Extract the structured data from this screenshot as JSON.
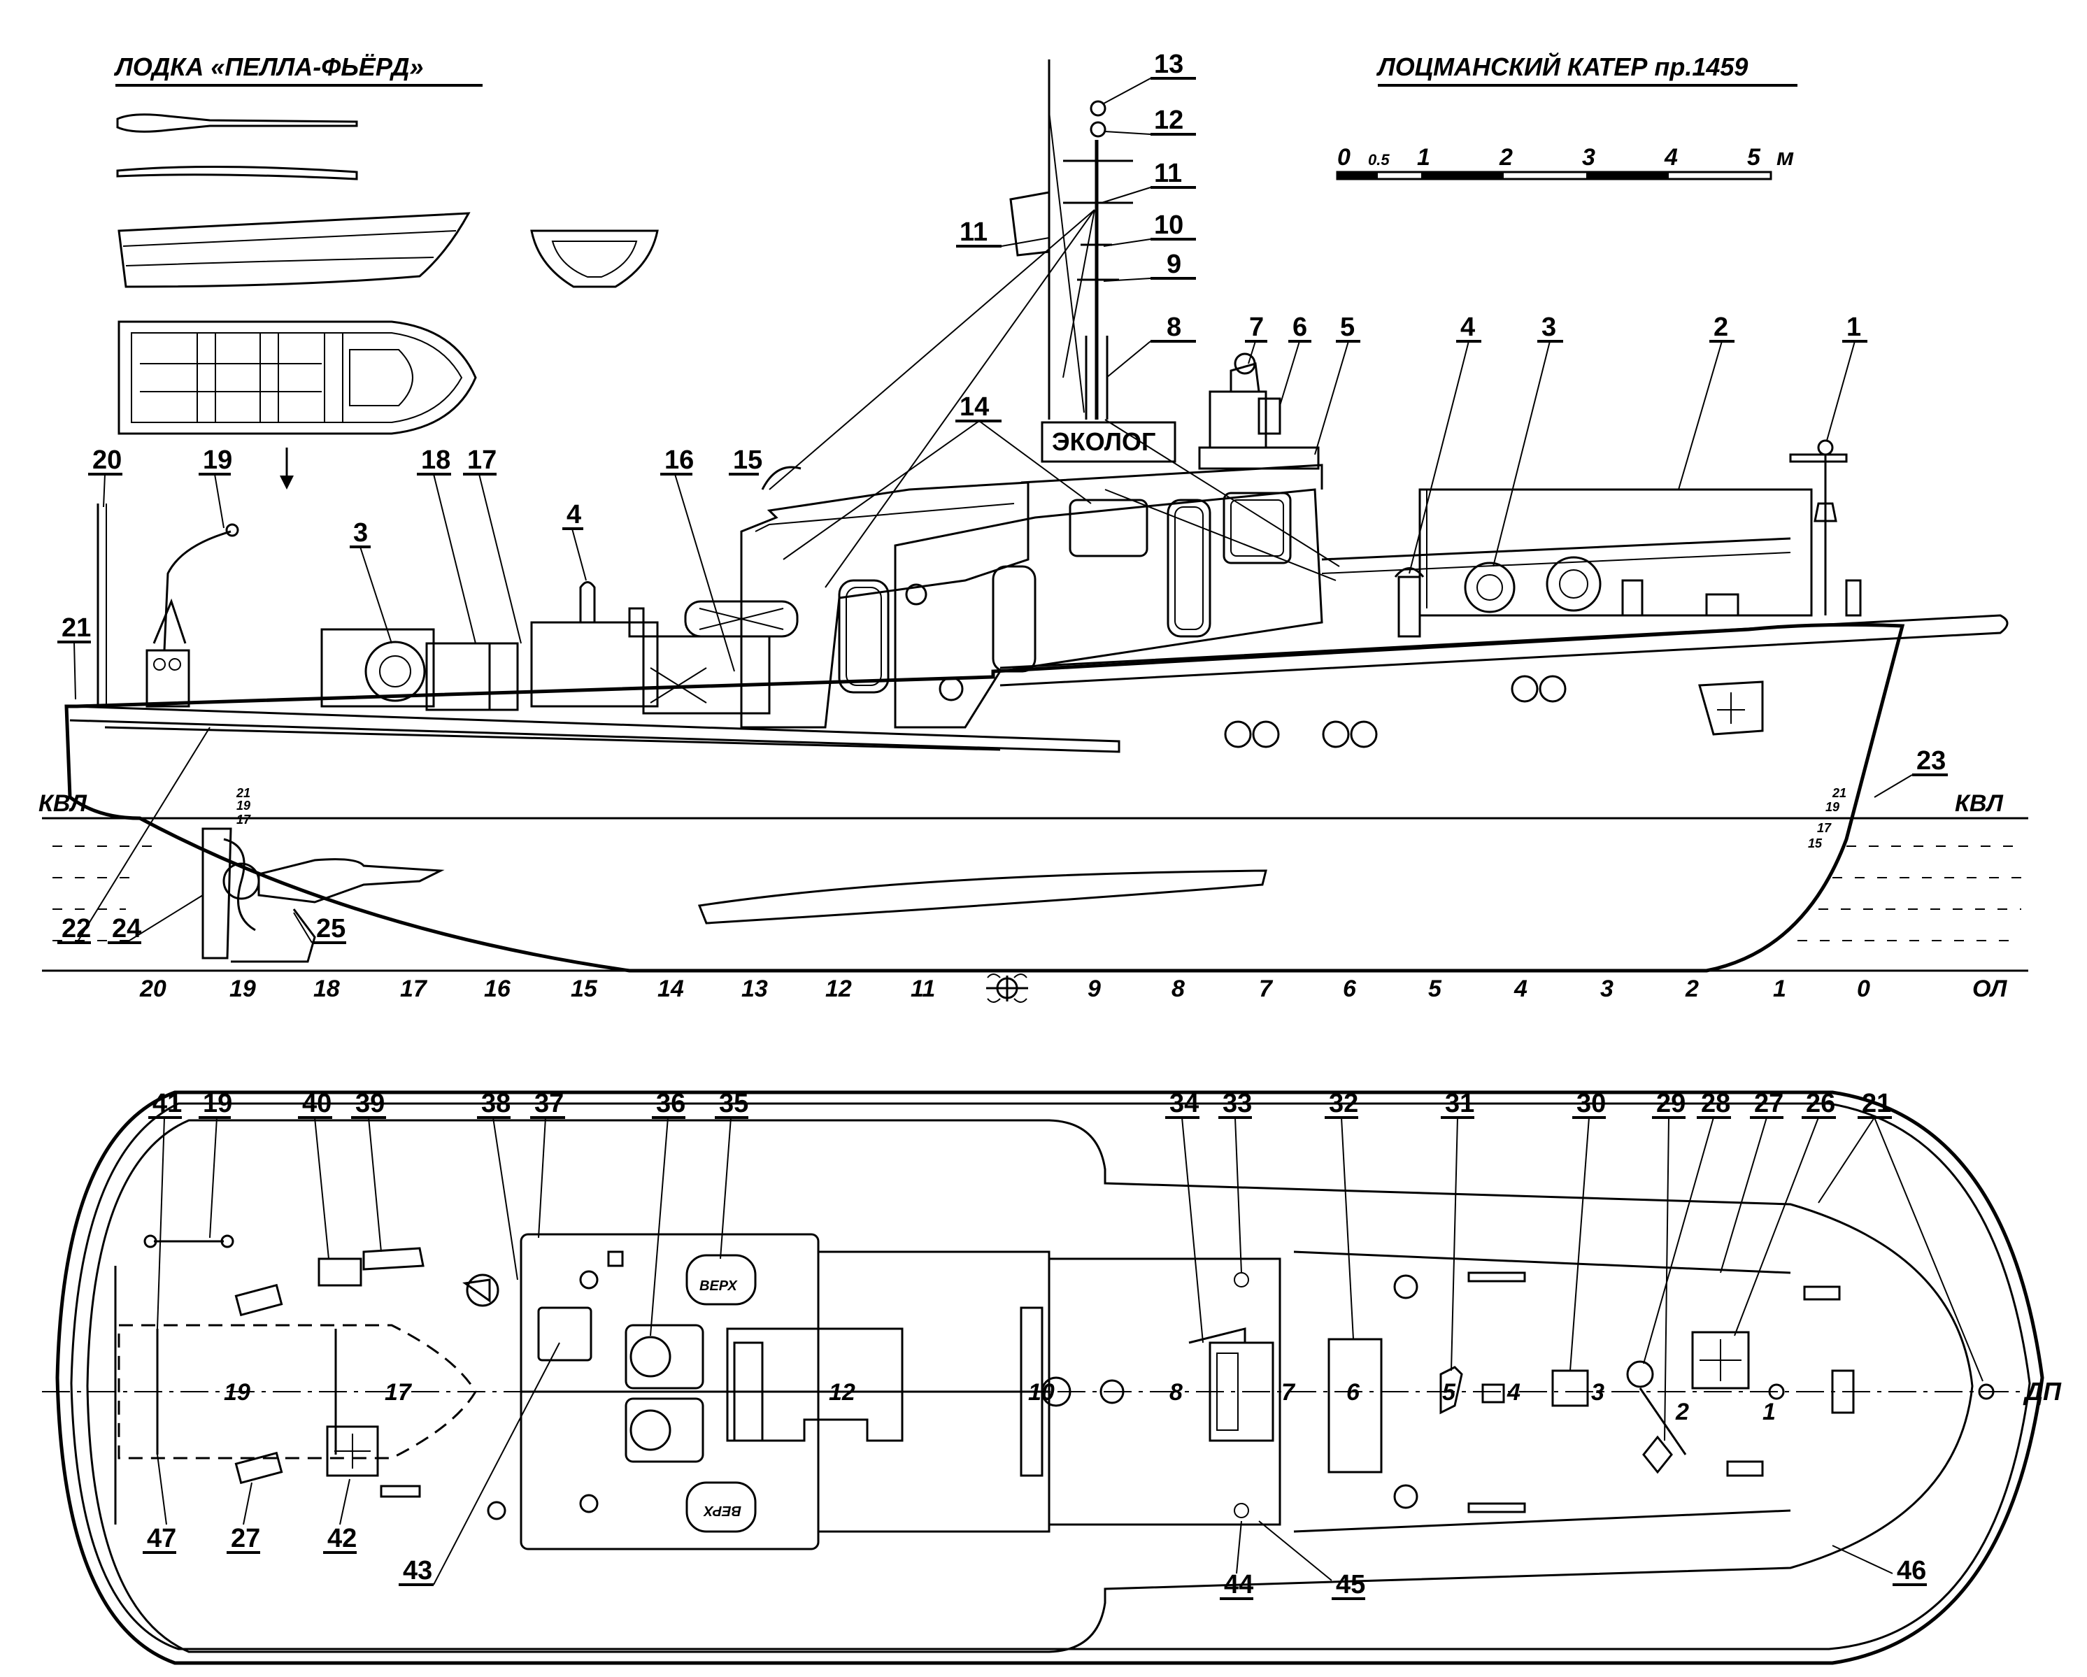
{
  "titles": {
    "boat": "ЛОДКА «ПЕЛЛА-ФЬЁРД»",
    "cutter": "ЛОЦМАНСКИЙ КАТЕР пр.1459"
  },
  "scale": {
    "labels": [
      "0",
      "0.5",
      "1",
      "2",
      "3",
      "4",
      "5"
    ],
    "unit": "м"
  },
  "side_view": {
    "cabin_sign": "ЭКОЛОГ",
    "waterline_left": "КВЛ",
    "waterline_right": "КВЛ",
    "baseline": "ОЛ",
    "draft_marks_stern": [
      "21",
      "19",
      "17"
    ],
    "draft_marks_bow": [
      "21",
      "19",
      "17",
      "15"
    ],
    "frames": [
      "20",
      "19",
      "18",
      "17",
      "16",
      "15",
      "14",
      "13",
      "12",
      "11",
      "9",
      "8",
      "7",
      "6",
      "5",
      "4",
      "3",
      "2",
      "1",
      "0"
    ],
    "callouts": [
      "13",
      "12",
      "11",
      "11",
      "10",
      "9",
      "8",
      "7",
      "6",
      "5",
      "4",
      "3",
      "2",
      "1",
      "14",
      "15",
      "16",
      "17",
      "18",
      "19",
      "20",
      "21",
      "3",
      "4",
      "22",
      "24",
      "25",
      "23"
    ]
  },
  "plan_view": {
    "centerline": "ДП",
    "hatch_label": "ВЕРХ",
    "hatch_label_mirrored": "ВЕРХ",
    "callouts_top": [
      "41",
      "19",
      "40",
      "39",
      "38",
      "37",
      "36",
      "35",
      "34",
      "33",
      "32",
      "31",
      "30",
      "29",
      "28",
      "27",
      "26",
      "21"
    ],
    "callouts_bottom": [
      "47",
      "27",
      "42",
      "43",
      "44",
      "45",
      "46"
    ],
    "inline_labels": [
      "19",
      "17",
      "12",
      "10",
      "8",
      "7",
      "6",
      "5",
      "4",
      "3",
      "2",
      "1"
    ]
  }
}
